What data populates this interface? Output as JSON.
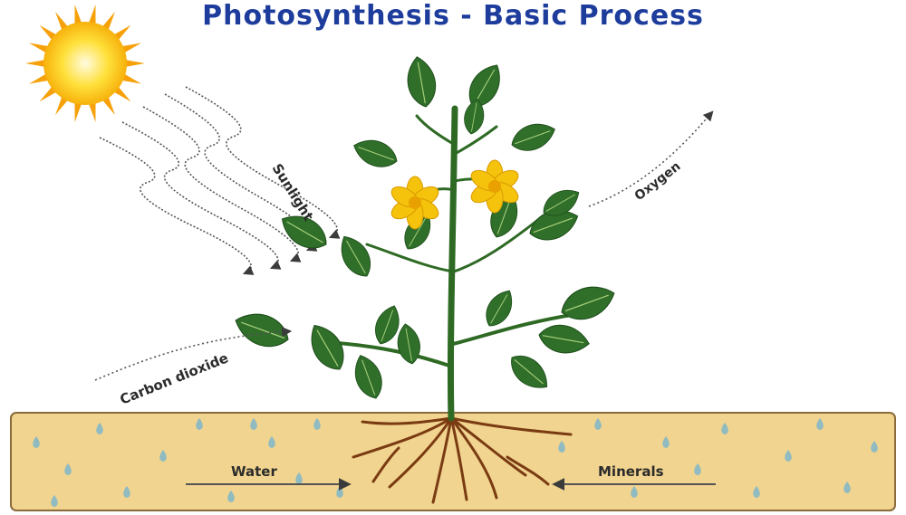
{
  "title": "Photosynthesis - Basic Process",
  "labels": {
    "sunlight": "Sunlight",
    "oxygen": "Oxygen",
    "carbon_dioxide": "Carbon dioxide",
    "water": "Water",
    "minerals": "Minerals"
  },
  "colors": {
    "title": "#1d3c9c",
    "sun_core": "#ffd21a",
    "sun_rays": "#f6a10a",
    "soil": "#f1d48f",
    "soil_border": "#8a6a3a",
    "leaf": "#2f6f2a",
    "leaf_vein": "#a8cf7a",
    "stem": "#2f6a25",
    "flower": "#f5c20c",
    "root": "#7a3b12",
    "arrow": "#555555",
    "label_text": "#2b2b2b",
    "water_drop": "#7fb6c9"
  },
  "icons": [
    "sun-icon",
    "plant-icon",
    "flower-icon",
    "root-icon",
    "water-drop-icon"
  ]
}
